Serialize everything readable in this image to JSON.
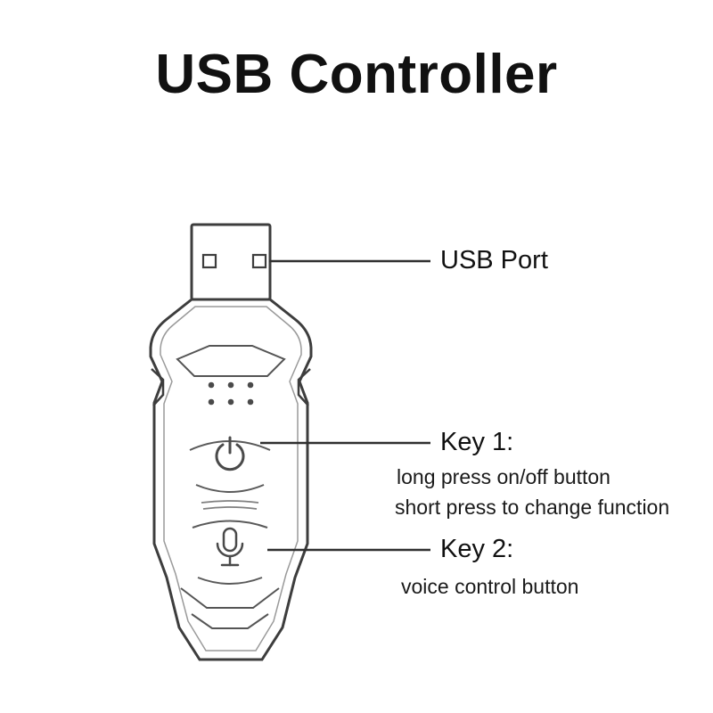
{
  "title": "USB Controller",
  "labels": {
    "usb_port": "USB Port",
    "key1": {
      "title": "Key 1:",
      "line1": "long press on/off button",
      "line2": "short press to change function"
    },
    "key2": {
      "title": "Key 2:",
      "line1": "voice control button"
    }
  },
  "icons": {
    "port": "usb-plug",
    "indicators": "led-dots",
    "key1": "power-icon",
    "key2": "microphone-icon"
  },
  "colors": {
    "background": "#ffffff",
    "text": "#111111",
    "device_outline": "#3d3d3d",
    "inner_outline": "#9a9a9a",
    "leader_line": "#2f2f2f"
  }
}
